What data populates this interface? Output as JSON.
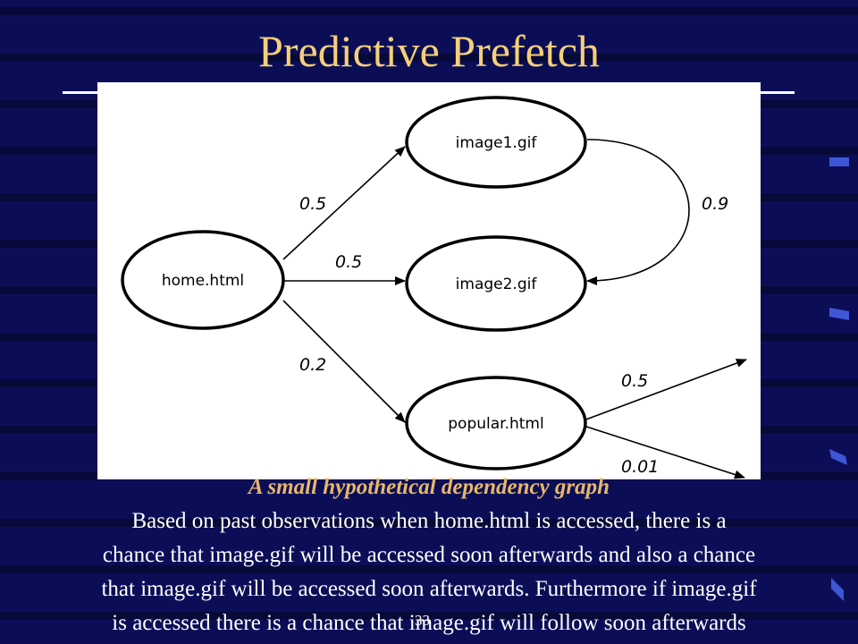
{
  "slide": {
    "title": "Predictive Prefetch",
    "caption": "A small hypothetical dependency graph",
    "body_lines": [
      "Based on past observations when home.html is accessed, there is a",
      "chance that image.gif will be accessed soon afterwards and also a chance",
      "that image.gif will be accessed soon afterwards. Furthermore if image.gif",
      "is accessed there is a chance that image.gif will follow soon afterwards"
    ],
    "slide_number": "33"
  },
  "graph": {
    "nodes": [
      {
        "id": "home",
        "label": "home.html"
      },
      {
        "id": "image1",
        "label": "image1.gif"
      },
      {
        "id": "image2",
        "label": "image2.gif"
      },
      {
        "id": "popular",
        "label": "popular.html"
      }
    ],
    "edges": [
      {
        "from": "home",
        "to": "image1",
        "label": "0.5"
      },
      {
        "from": "home",
        "to": "image2",
        "label": "0.5"
      },
      {
        "from": "home",
        "to": "popular",
        "label": "0.2"
      },
      {
        "from": "image1",
        "to": "image2",
        "label": "0.9"
      },
      {
        "from": "popular",
        "to": "",
        "label": "0.5"
      },
      {
        "from": "popular",
        "to": "",
        "label": "0.01"
      }
    ]
  },
  "colors": {
    "background": "#0b0e57",
    "title": "#f6cf7a",
    "caption": "#e8b76a",
    "text": "#ffffff",
    "stripe": "#070939",
    "accent": "#3f56d6"
  }
}
